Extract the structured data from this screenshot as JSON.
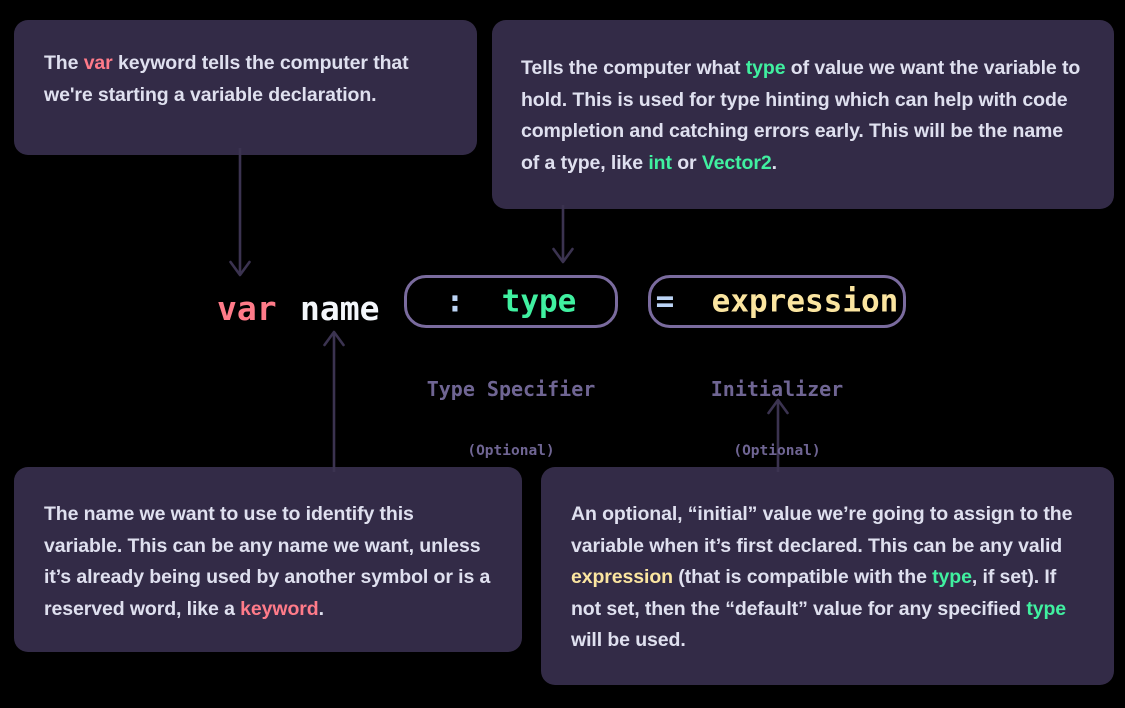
{
  "theme": {
    "page_background": "#000000",
    "callout_background": "#332b47",
    "callout_text": "#dfe0ef",
    "slot_border": "#7a6b9e",
    "label_color": "#6f6593",
    "arrow_color": "#3b3350",
    "keyword_color": "#ff7b89",
    "type_color": "#40f0a0",
    "expression_color": "#fbe5a0",
    "operator_color": "#bcd4f5",
    "identifier_color": "#f4f7fb"
  },
  "callouts": {
    "var": {
      "segments": [
        {
          "text": "The ",
          "style": "plain"
        },
        {
          "text": "var",
          "style": "keyword"
        },
        {
          "text": " keyword tells the computer that we're starting a variable declaration.",
          "style": "plain"
        }
      ]
    },
    "type": {
      "segments": [
        {
          "text": "Tells the computer what ",
          "style": "plain"
        },
        {
          "text": "type",
          "style": "type"
        },
        {
          "text": " of value we want the variable to hold. This is used for type hinting which can help with code completion and catching errors early. This will be the name of a type, like ",
          "style": "plain"
        },
        {
          "text": "int",
          "style": "type"
        },
        {
          "text": " or ",
          "style": "plain"
        },
        {
          "text": "Vector2",
          "style": "type"
        },
        {
          "text": ".",
          "style": "plain"
        }
      ]
    },
    "name": {
      "segments": [
        {
          "text": "The name we want to use to identify this variable. This can be any name we want, unless it’s already being used by another symbol or is a reserved word, like a ",
          "style": "plain"
        },
        {
          "text": "keyword",
          "style": "keyword"
        },
        {
          "text": ".",
          "style": "plain"
        }
      ]
    },
    "expression": {
      "segments": [
        {
          "text": "An optional, “initial” value we’re going to assign to the variable when it’s first declared. This can be any valid ",
          "style": "plain"
        },
        {
          "text": "expression",
          "style": "expression"
        },
        {
          "text": " (that is compatible with the ",
          "style": "plain"
        },
        {
          "text": "type",
          "style": "type"
        },
        {
          "text": ", if set). If not set, then the “default” value for any specified ",
          "style": "plain"
        },
        {
          "text": "type",
          "style": "type"
        },
        {
          "text": " will be used.",
          "style": "plain"
        }
      ]
    }
  },
  "syntax": {
    "keyword_token": "var",
    "identifier_token": "name",
    "type_slot": {
      "operator": ":",
      "value": "type",
      "label": "Type Specifier",
      "sublabel": "(Optional)"
    },
    "initializer_slot": {
      "operator": "=",
      "value": "expression",
      "label": "Initializer",
      "sublabel": "(Optional)"
    }
  },
  "arrows": [
    {
      "name": "arrow-var-to-keyword",
      "direction": "down",
      "from": "callout-var",
      "to": "token-var"
    },
    {
      "name": "arrow-type-to-type-slot",
      "direction": "down",
      "from": "callout-type",
      "to": "slot-type"
    },
    {
      "name": "arrow-name-to-identifier",
      "direction": "up",
      "from": "callout-name",
      "to": "token-name"
    },
    {
      "name": "arrow-expression-to-slot",
      "direction": "up",
      "from": "callout-expression",
      "to": "slot-init"
    }
  ]
}
